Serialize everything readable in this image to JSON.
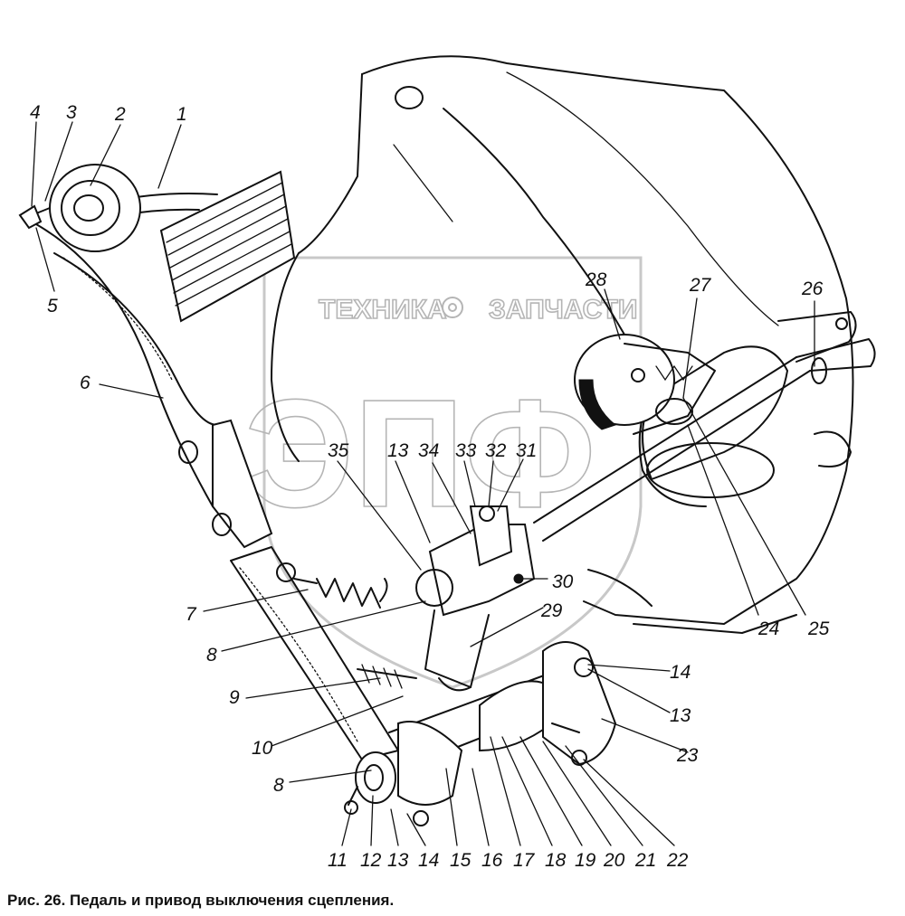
{
  "figure": {
    "caption": "Рис. 26. Педаль и привод выключения сцепления.",
    "watermark": {
      "left_text": "ТЕХНИКА",
      "right_text": "ЗАПЧАСТИ",
      "big_text": "ЭПФ",
      "icon": "gear-icon"
    },
    "callouts": [
      "1",
      "2",
      "3",
      "4",
      "5",
      "6",
      "7",
      "8",
      "8",
      "9",
      "10",
      "11",
      "12",
      "13",
      "13",
      "13",
      "14",
      "14",
      "15",
      "16",
      "17",
      "18",
      "19",
      "20",
      "21",
      "22",
      "23",
      "24",
      "25",
      "26",
      "27",
      "28",
      "29",
      "30",
      "31",
      "32",
      "33",
      "34",
      "35"
    ]
  }
}
